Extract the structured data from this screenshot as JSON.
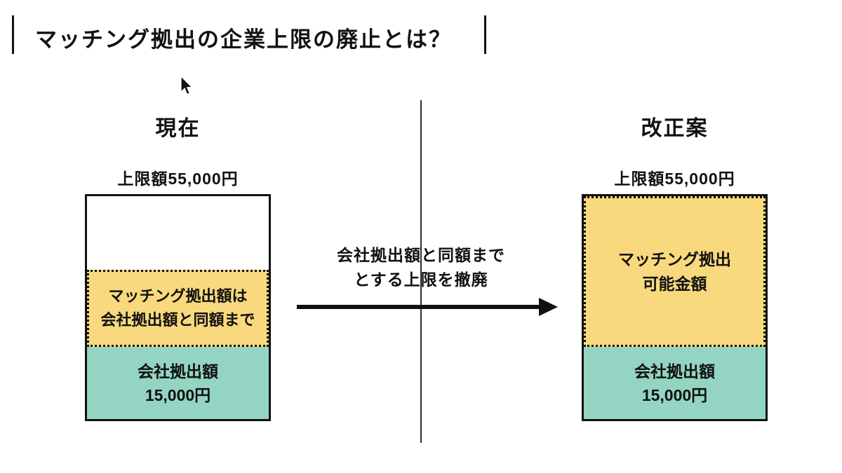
{
  "title": "マッチング拠出の企業上限の廃止とは？",
  "colors": {
    "yellow": "#F8D97E",
    "teal": "#93D5C2",
    "ink": "#111111"
  },
  "current": {
    "heading": "現在",
    "cap_label": "上限額55,000円",
    "matching_line1": "マッチング拠出額は",
    "matching_line2": "会社拠出額と同額まで",
    "company_line1": "会社拠出額",
    "company_line2": "15,000円"
  },
  "proposal": {
    "heading": "改正案",
    "cap_label": "上限額55,000円",
    "matching_line1": "マッチング拠出",
    "matching_line2": "可能金額",
    "company_line1": "会社拠出額",
    "company_line2": "15,000円"
  },
  "transition": {
    "line1": "会社拠出額と同額まで",
    "line2": "とする上限を撤廃"
  },
  "icons": {
    "cursor": "mouse-pointer"
  }
}
